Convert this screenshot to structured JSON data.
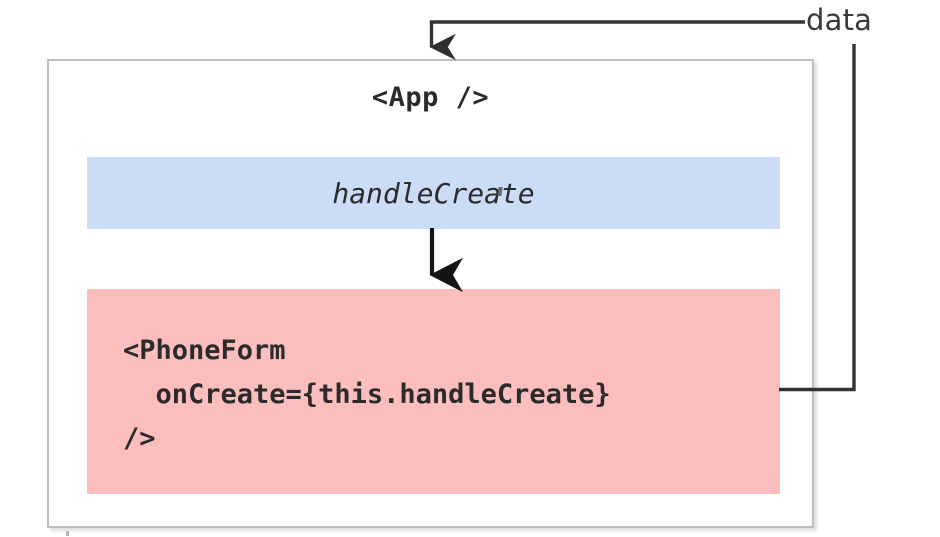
{
  "diagram": {
    "type": "react-data-flow",
    "title": "React component data flow with callback prop",
    "app_container": {
      "title": "<App />"
    },
    "handler_block": {
      "label": "handleCreate",
      "fill_color": "#cbddf6"
    },
    "child_block": {
      "code_lines": [
        "<PhoneForm",
        "  onCreate={this.handleCreate}",
        "/>"
      ],
      "code_text": "<PhoneForm\n  onCreate={this.handleCreate}\n/>",
      "fill_color": "#fcbdbd"
    },
    "connectors": [
      {
        "name": "data-return-flow",
        "label": "data",
        "from": "child_block",
        "to": "app_container",
        "color": "#333333"
      },
      {
        "name": "handler-to-child-flow",
        "label": "",
        "from": "handler_block",
        "to": "child_block",
        "color": "#111111"
      }
    ],
    "colors": {
      "container_border": "#bfbfbf",
      "handler_fill": "#cbddf6",
      "child_fill": "#fcbdbd",
      "connector_stroke": "#333333",
      "text": "#2b2b2b",
      "background": "#ffffff"
    }
  }
}
